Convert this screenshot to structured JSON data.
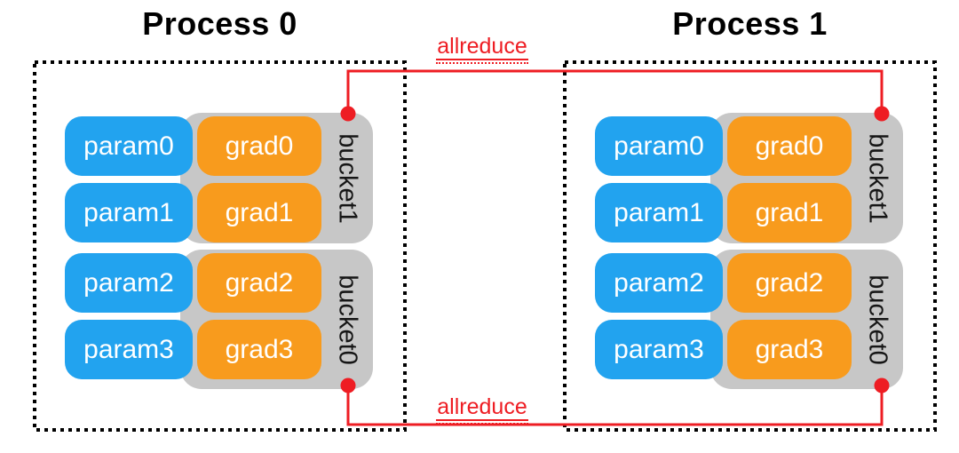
{
  "diagram": {
    "processes": [
      {
        "title": "Process 0",
        "rows": [
          {
            "param": "param0",
            "grad": "grad0"
          },
          {
            "param": "param1",
            "grad": "grad1"
          },
          {
            "param": "param2",
            "grad": "grad2"
          },
          {
            "param": "param3",
            "grad": "grad3"
          }
        ],
        "buckets": [
          {
            "label": "bucket1"
          },
          {
            "label": "bucket0"
          }
        ]
      },
      {
        "title": "Process 1",
        "rows": [
          {
            "param": "param0",
            "grad": "grad0"
          },
          {
            "param": "param1",
            "grad": "grad1"
          },
          {
            "param": "param2",
            "grad": "grad2"
          },
          {
            "param": "param3",
            "grad": "grad3"
          }
        ],
        "buckets": [
          {
            "label": "bucket1"
          },
          {
            "label": "bucket0"
          }
        ]
      }
    ],
    "connections": {
      "top": {
        "label": "allreduce"
      },
      "bottom": {
        "label": "allreduce"
      }
    },
    "colors": {
      "param_fill": "#22A3EF",
      "grad_fill": "#F89B1D",
      "bucket_fill": "#C7C7C7",
      "connector_red": "#EE1D23",
      "border_black": "#000000",
      "box_text": "#FFFFFF",
      "bucket_text": "#161616"
    }
  }
}
